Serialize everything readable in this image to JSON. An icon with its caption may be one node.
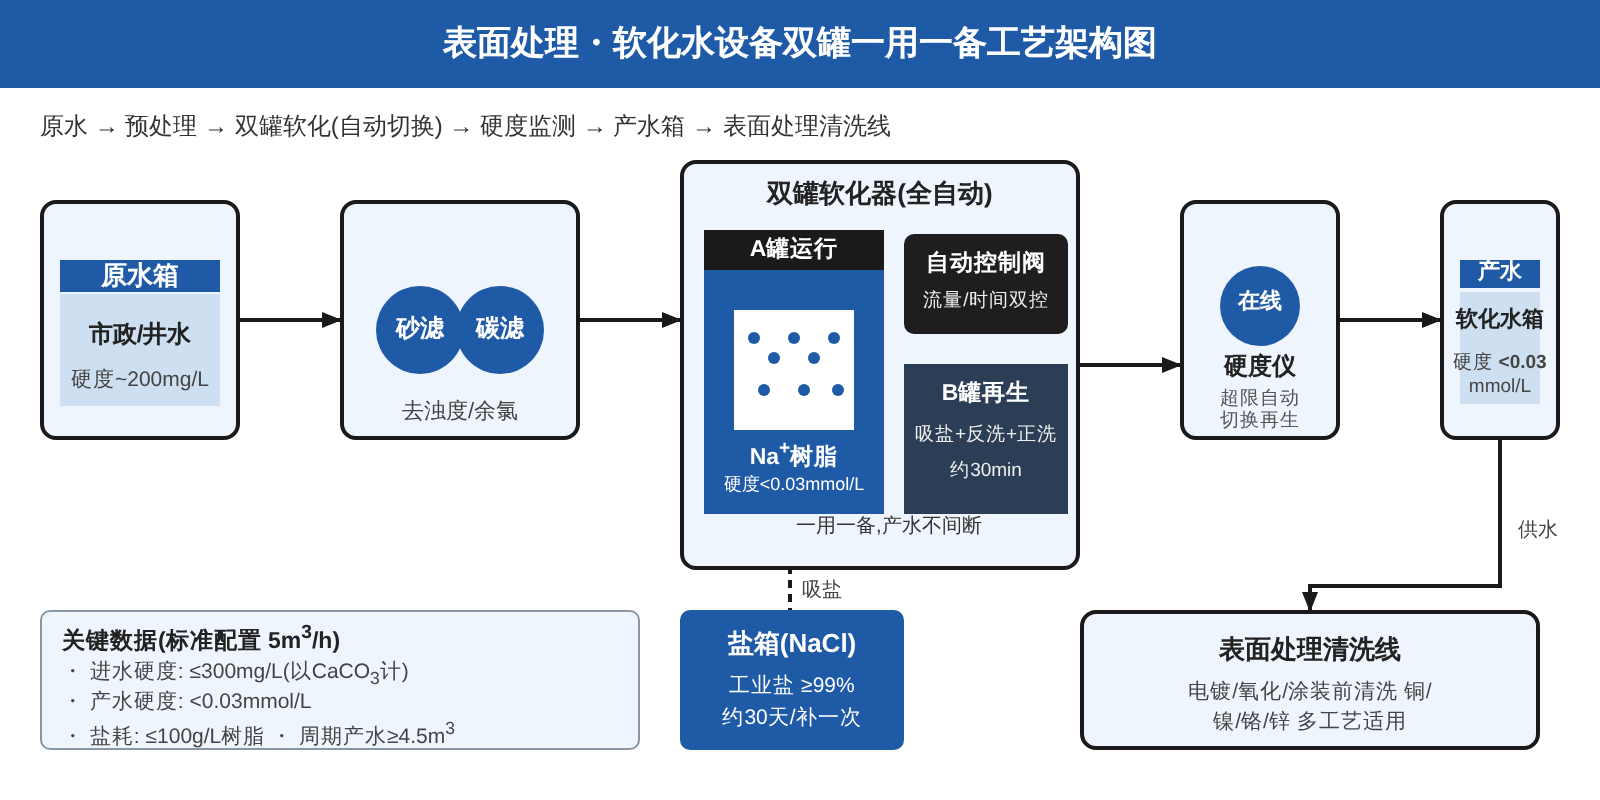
{
  "diagram": {
    "title": "表面处理・软化水设备双罐一用一备工艺架构图",
    "nodes": [
      {
        "text": [
          "原水箱",
          "市政/井水",
          "硬度~200mg/L"
        ]
      },
      {
        "text": [
          "去浊度/余氯"
        ]
      },
      {
        "text": [
          "砂滤"
        ],
        "in": 1
      },
      {
        "text": [
          "碳滤"
        ],
        "in": 1
      },
      {
        "text": [
          "双罐软化器(全自动)",
          "一用一备,产水不间断"
        ]
      },
      {
        "text": [
          "A罐运行",
          "Na$^{+}$树脂",
          "硬度<0.03mmol/L"
        ],
        "in": 4
      },
      {
        "text": [
          "自动控制阀",
          "流量/时间双控"
        ],
        "in": 4
      },
      {
        "text": [
          "B罐再生",
          "吸盐+反洗+正洗",
          "约30min"
        ],
        "in": 4
      },
      {
        "text": [
          "硬度仪",
          "超限自动切换再生"
        ]
      },
      {
        "text": [
          "在线"
        ],
        "in": 8
      },
      {
        "text": [
          "产水",
          "软化水箱",
          "硬度 **<0.03** mmol/L"
        ]
      },
      {
        "text": [
          "表面处理清洗线",
          "电镀/氧化/涂装前清洗 铜/镍/铬/锌 多工艺适用"
        ]
      },
      {
        "text": [
          "关键数据(标准配置 5m$^{3}$/h)",
          "・ 进水硬度: ≤300mg/L(以CaCO$_{3}$计)",
          "・ 产水硬度: <0.03mmol/L",
          "・ 盐耗: ≤100g/L树脂 ・ 周期产水≥4.5m$^{3}$"
        ]
      },
      {
        "text": [
          "盐箱(NaCl)",
          "工业盐 ≥99% 约30天/补一次"
        ]
      }
    ],
    "edges": [
      {
        "from": 0,
        "to": 1,
        "arrow": "to"
      },
      {
        "from": 1,
        "to": 4,
        "arrow": "to"
      },
      {
        "from": 4,
        "to": 8,
        "arrow": "to"
      },
      {
        "from": 8,
        "to": 10,
        "arrow": "to"
      },
      {
        "from": 10,
        "to": 11,
        "arrow": "to",
        "label": "供水"
      },
      {
        "from": 5,
        "to": 13,
        "arrow": "none",
        "style": "dashed",
        "label": "吸盐"
      }
    ],
    "labels": [
      "原水 → 预处理 → 双罐软化(自动切换) → 硬度监测 → 产水箱 → 表面处理清洗线"
    ]
  }
}
